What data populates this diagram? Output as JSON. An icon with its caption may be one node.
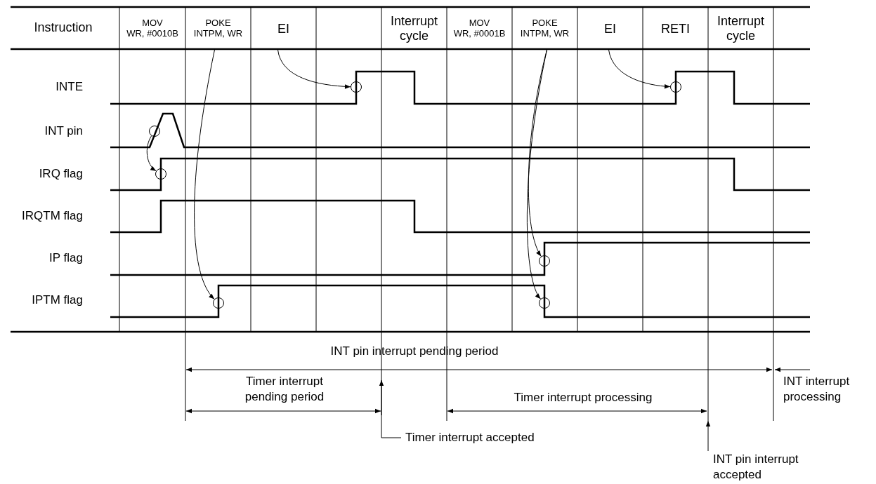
{
  "diagram": {
    "nodes": [
      {
        "text": [
          "MOV WR, #0010B"
        ]
      },
      {
        "text": [
          "POKE INTPM, WR"
        ]
      },
      {
        "text": [
          "EI"
        ]
      },
      {
        "text": [
          "Interrupt cycle"
        ]
      },
      {
        "text": [
          "MOV WR, #0001B"
        ]
      },
      {
        "text": [
          "POKE INTPM, WR"
        ]
      },
      {
        "text": [
          "EI"
        ]
      },
      {
        "text": [
          "RETI"
        ]
      },
      {
        "text": [
          "Interrupt cycle"
        ]
      },
      {
        "text": [],
        "shape": "circle"
      },
      {
        "text": [],
        "shape": "circle"
      },
      {
        "text": [],
        "shape": "circle"
      },
      {
        "text": [],
        "shape": "circle"
      },
      {
        "text": [],
        "shape": "circle"
      },
      {
        "text": [],
        "shape": "circle"
      },
      {
        "text": [],
        "shape": "circle"
      },
      {
        "text": [
          "Timer interrupt accepted"
        ]
      },
      {
        "text": [
          "INT pin interrupt accepted"
        ]
      }
    ],
    "edges": [
      {
        "from": 2,
        "to": 9,
        "arrow": "to"
      },
      {
        "from": 6,
        "to": 10,
        "arrow": "to"
      },
      {
        "from": 11,
        "to": 12,
        "arrow": "to"
      },
      {
        "from": 1,
        "to": 14,
        "arrow": "to"
      },
      {
        "from": 5,
        "to": 13,
        "arrow": "to"
      },
      {
        "from": 5,
        "to": 15,
        "arrow": "to"
      },
      {
        "from": 16,
        "to": null,
        "arrow": "to"
      },
      {
        "from": 17,
        "to": null,
        "arrow": "to"
      }
    ],
    "labels": [
      "Instruction",
      "INTE",
      "INT pin",
      "IRQ flag",
      "IRQTM flag",
      "IP flag",
      "IPTM flag",
      "INT pin interrupt pending period",
      "Timer interrupt pending period",
      "Timer interrupt processing",
      "INT interrupt processing"
    ]
  }
}
